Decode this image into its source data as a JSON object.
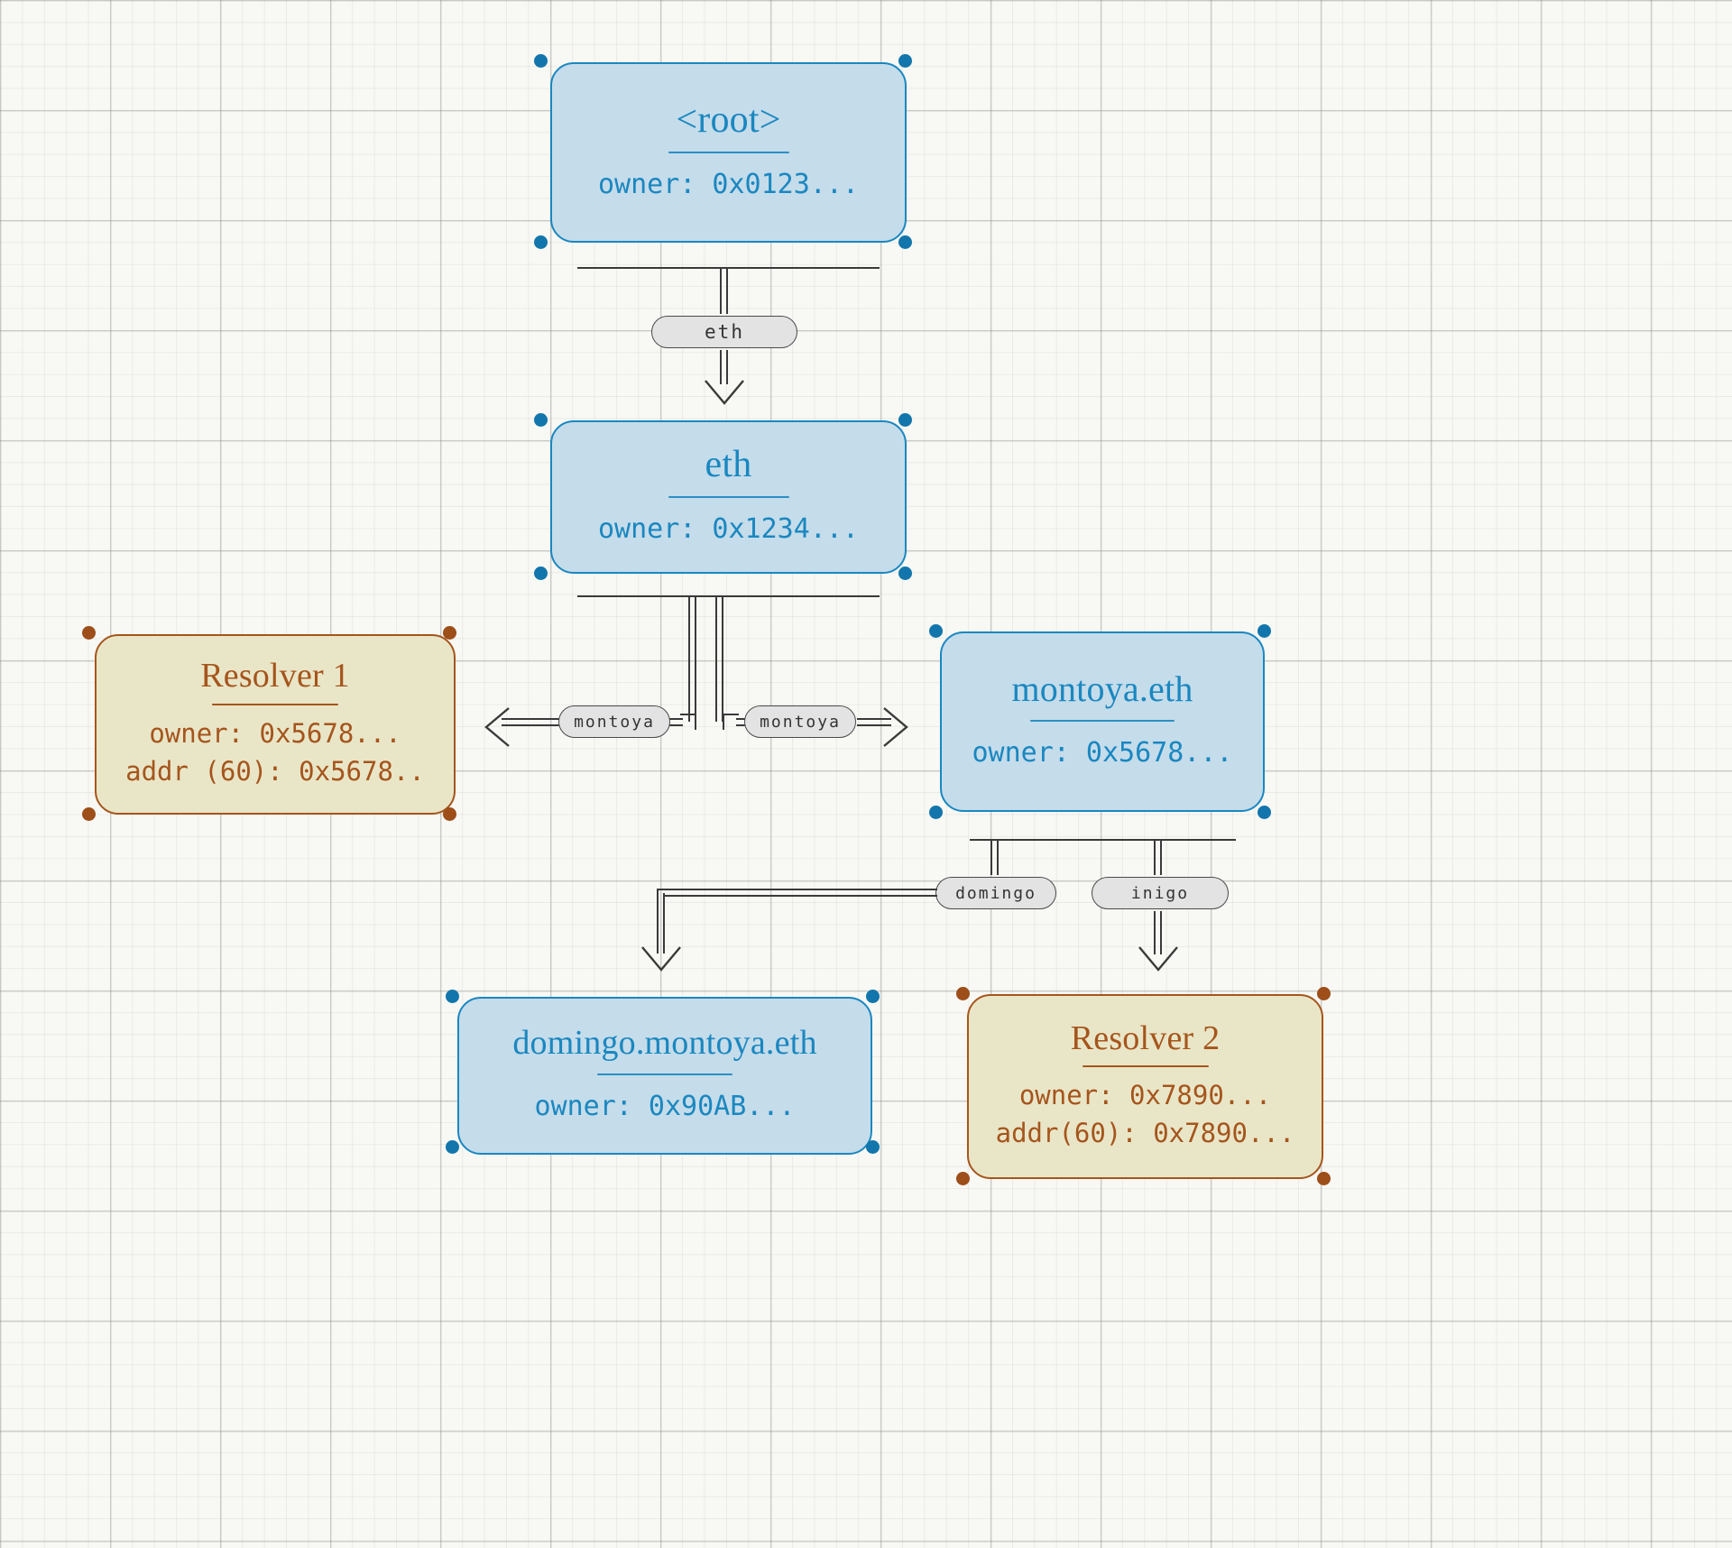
{
  "diagram": {
    "title": "ENS name hierarchy diagram",
    "background": "#f8f8f4",
    "colors": {
      "node_blue_fill": "#c5dcea",
      "node_blue_stroke": "#1a87c0",
      "node_tan_fill": "#e9e6c8",
      "node_tan_stroke": "#a5551c",
      "edge_stroke": "#3a3a3a",
      "pill_fill": "#e3e3e3"
    }
  },
  "nodes": {
    "root": {
      "title": "<root>",
      "line1": "owner: 0x0123...",
      "kind": "blue"
    },
    "eth": {
      "title": "eth",
      "line1": "owner: 0x1234...",
      "kind": "blue"
    },
    "resolver1": {
      "title": "Resolver 1",
      "line1": "owner: 0x5678...",
      "line2": "addr (60): 0x5678..",
      "kind": "tan"
    },
    "montoya_eth": {
      "title": "montoya.eth",
      "line1": "owner: 0x5678...",
      "kind": "blue"
    },
    "domingo_montoya_eth": {
      "title": "domingo.montoya.eth",
      "line1": "owner: 0x90AB...",
      "kind": "blue"
    },
    "resolver2": {
      "title": "Resolver 2",
      "line1": "owner: 0x7890...",
      "line2": "addr(60): 0x7890...",
      "kind": "tan"
    }
  },
  "edge_labels": {
    "eth": "eth",
    "montoya_left": "montoya",
    "montoya_right": "montoya",
    "domingo": "domingo",
    "inigo": "inigo"
  }
}
